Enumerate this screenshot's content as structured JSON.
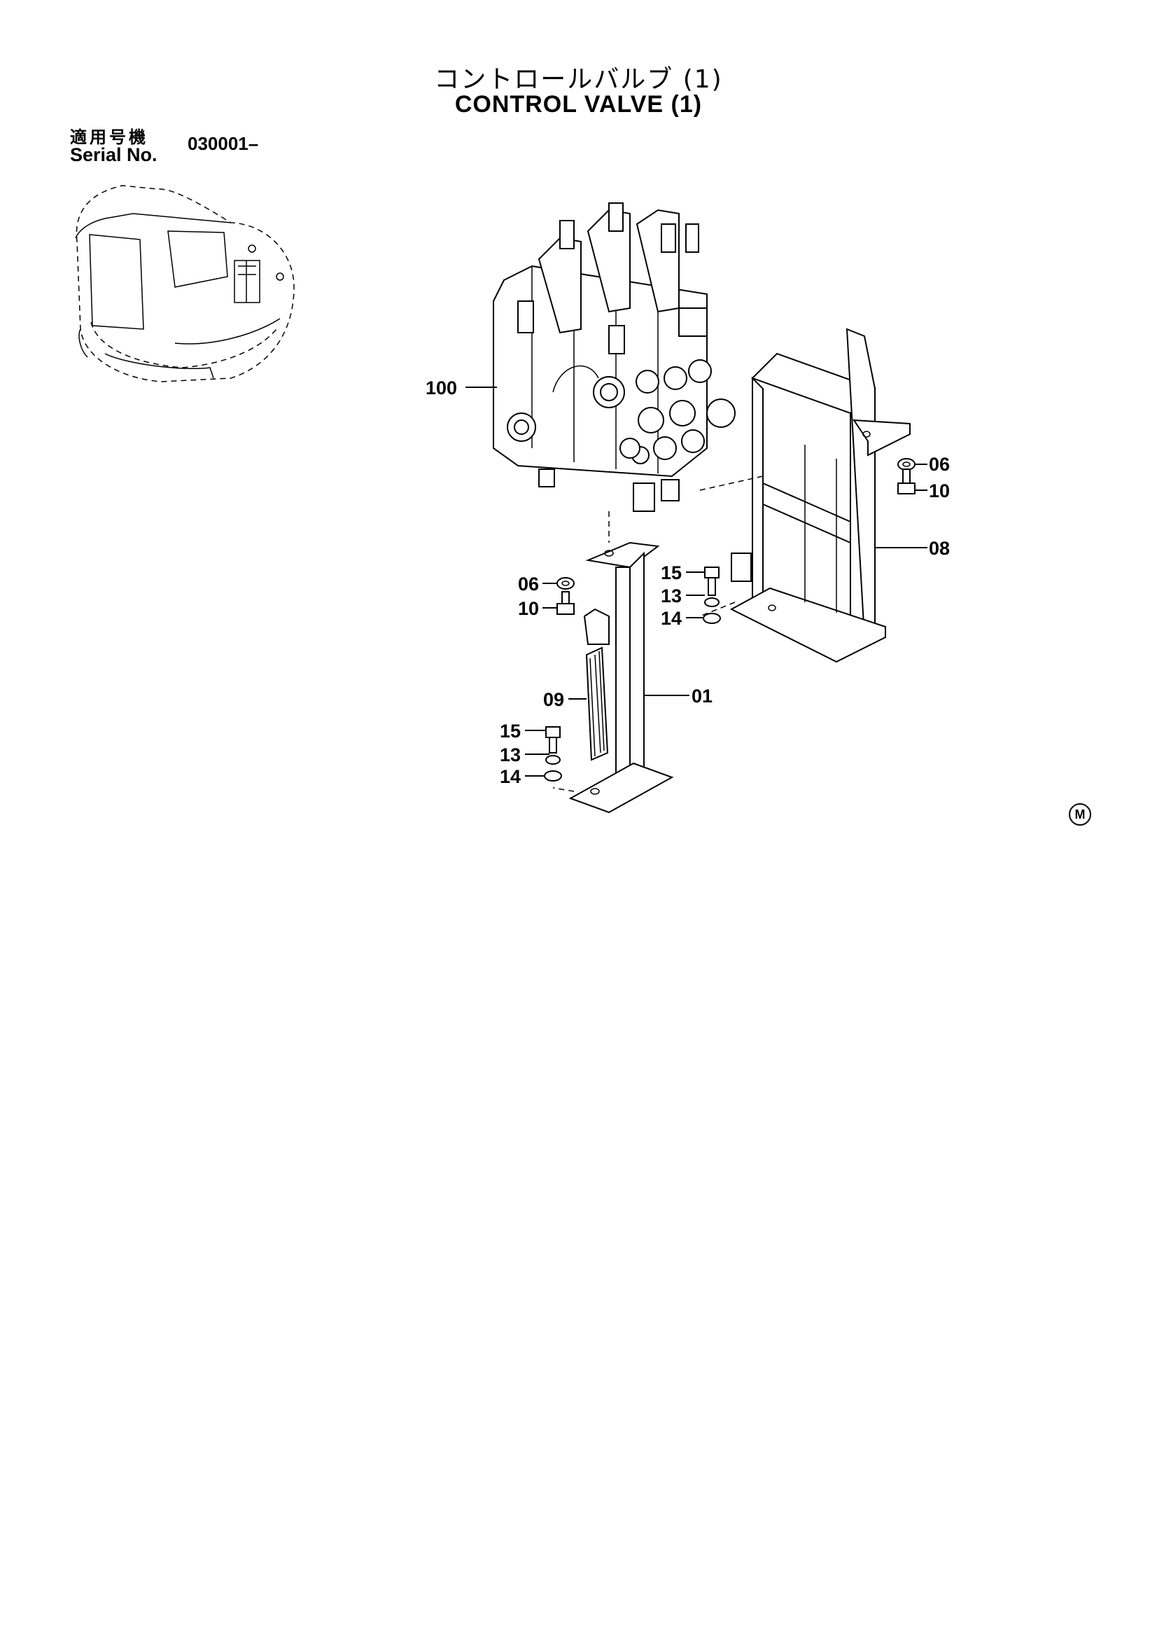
{
  "header": {
    "title_jp": "コントロールバルブ (1)",
    "title_en": "CONTROL VALVE (1)"
  },
  "serial": {
    "label_jp": "適用号機",
    "label_en": "Serial No.",
    "value": "030001–"
  },
  "callouts": {
    "c100": "100",
    "c06_right": "06",
    "c10_right": "10",
    "c08": "08",
    "c15_mid": "15",
    "c13_mid": "13",
    "c14_mid": "14",
    "c06_left": "06",
    "c10_left": "10",
    "c09": "09",
    "c01": "01",
    "c15_low": "15",
    "c13_low": "13",
    "c14_low": "14"
  },
  "mark": "M"
}
